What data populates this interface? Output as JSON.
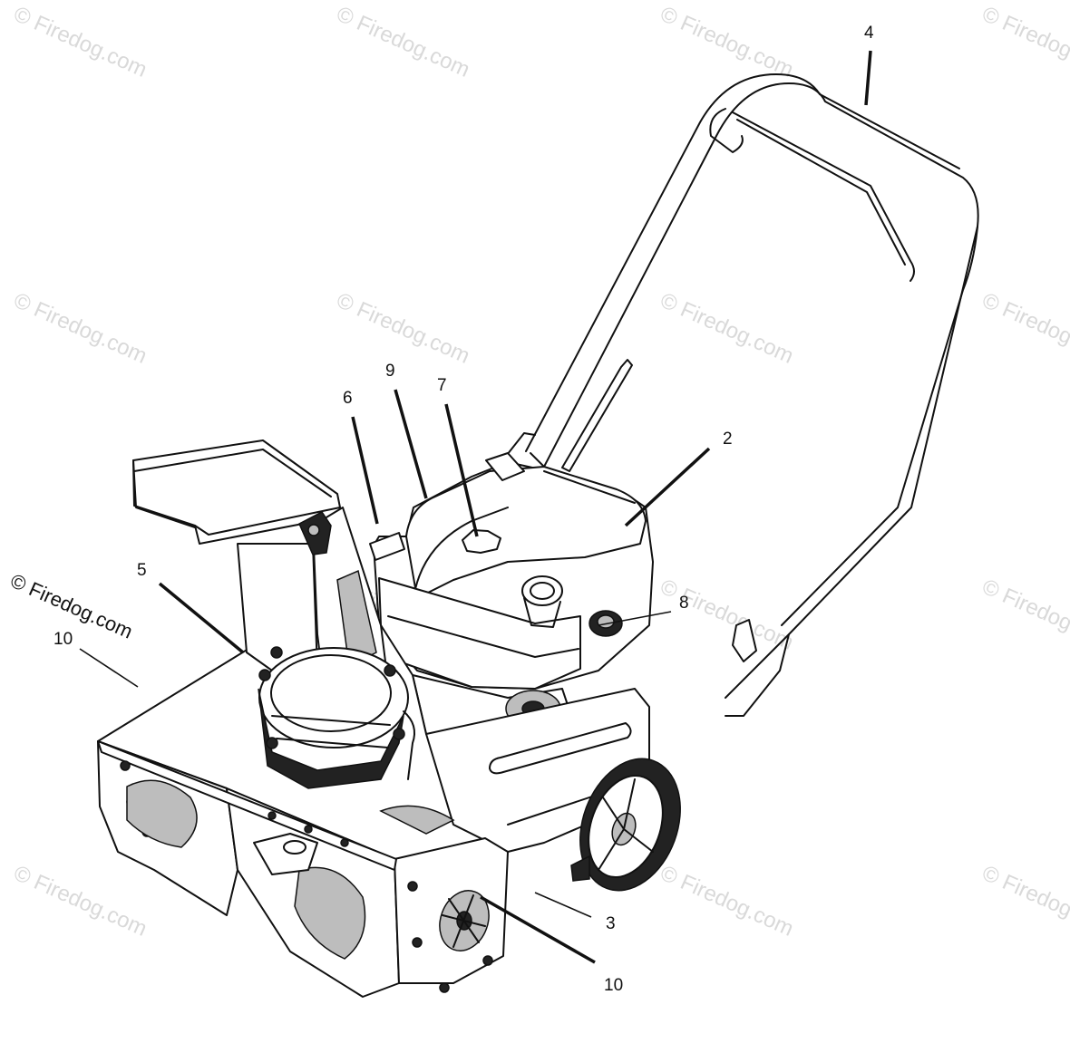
{
  "watermark_text": "© Firedog.com",
  "brand_label": "© Firedog.com",
  "callouts": {
    "c2": "2",
    "c3": "3",
    "c4": "4",
    "c5": "5",
    "c6": "6",
    "c7": "7",
    "c8": "8",
    "c9": "9",
    "c10_left": "10",
    "c10_bottom": "10"
  }
}
